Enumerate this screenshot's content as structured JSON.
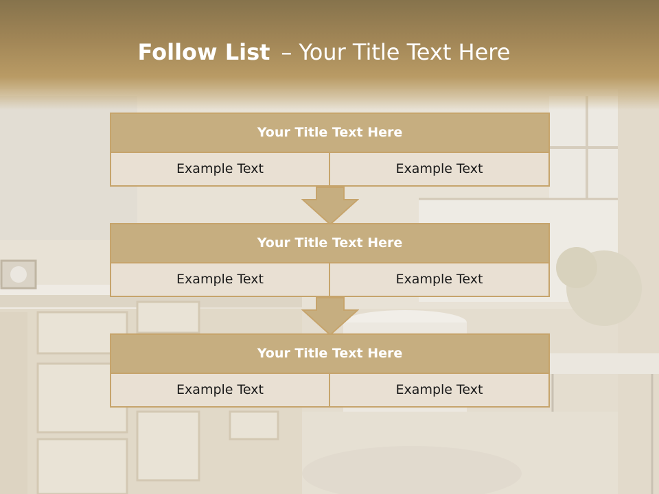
{
  "slide": {
    "title_bold": "Follow List",
    "title_separator": "–",
    "title_rest": "Your Title Text Here"
  },
  "steps": [
    {
      "title": "Your Title Text Here",
      "left": "Example Text",
      "right": "Example Text"
    },
    {
      "title": "Your Title Text Here",
      "left": "Example Text",
      "right": "Example Text"
    },
    {
      "title": "Your Title Text Here",
      "left": "Example Text",
      "right": "Example Text"
    }
  ],
  "colors": {
    "header_band": "#a08556",
    "title_fill": "#c6ae80",
    "border": "#c6a46c",
    "cell_fill": "#e9e0d3",
    "arrow_fill": "#c6ae80"
  }
}
